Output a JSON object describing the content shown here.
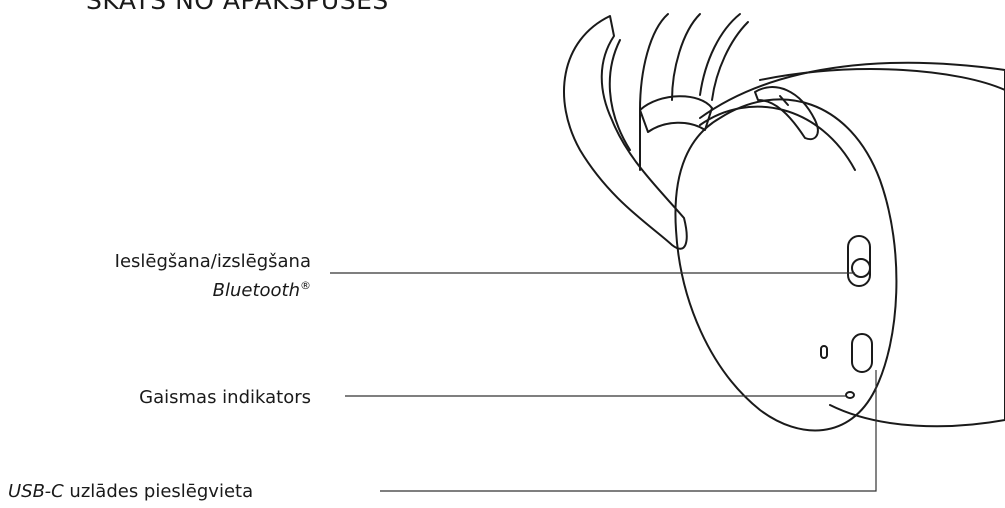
{
  "title": "SKATS NO APAKŠPUSES",
  "callouts": {
    "power_line1": "Ieslēgšana/izslēgšana",
    "power_line2": "Bluetooth",
    "power_reg": "®",
    "led": "Gaismas indikators",
    "usb_prefix": "USB-C",
    "usb_rest": " uzlādes pieslēgvieta"
  },
  "colors": {
    "stroke": "#1a1a1a",
    "background": "#ffffff"
  }
}
